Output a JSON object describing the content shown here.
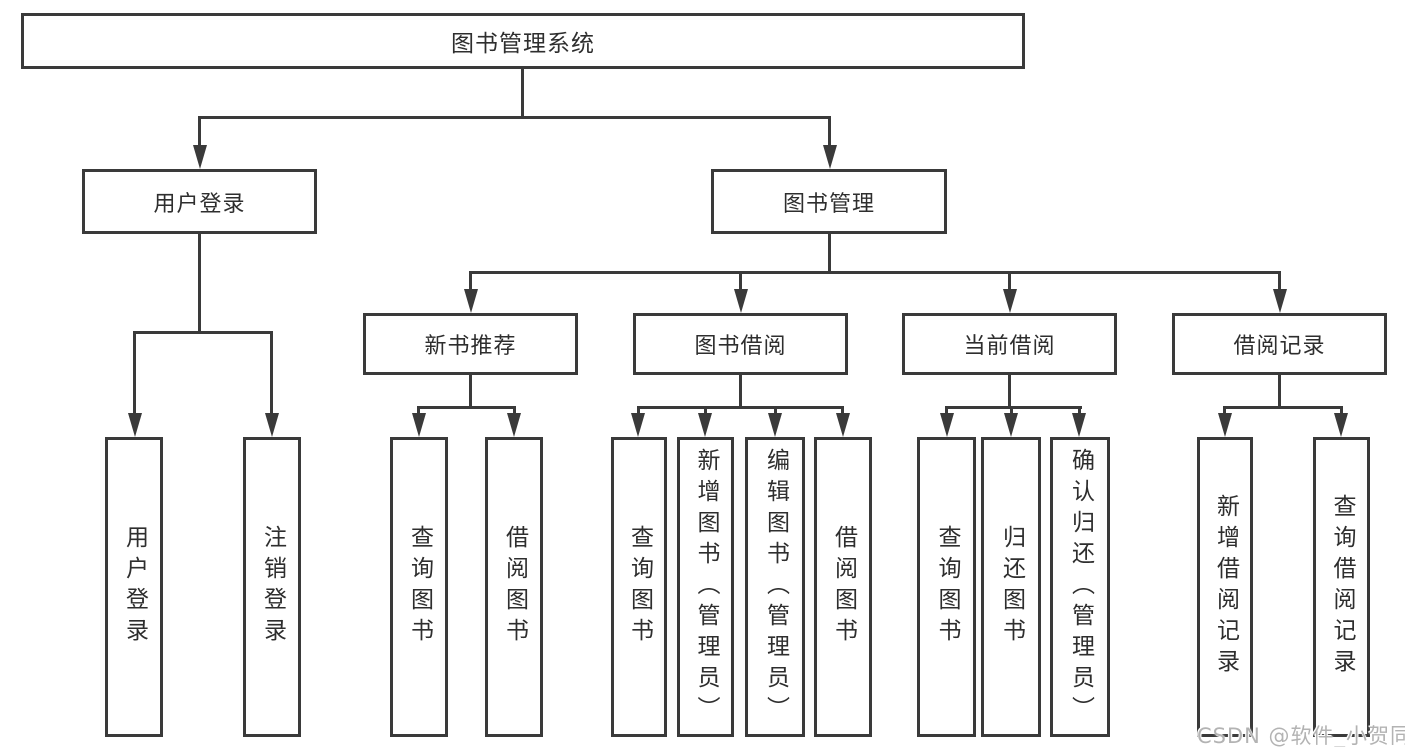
{
  "diagram": {
    "title": "图书管理系统",
    "branches": [
      {
        "label": "用户登录",
        "children": [
          "用户登录",
          "注销登录"
        ]
      },
      {
        "label": "图书管理",
        "sections": [
          {
            "label": "新书推荐",
            "children": [
              "查询图书",
              "借阅图书"
            ]
          },
          {
            "label": "图书借阅",
            "children": [
              "查询图书",
              "新增图书（管理员）",
              "编辑图书（管理员）",
              "借阅图书"
            ]
          },
          {
            "label": "当前借阅",
            "children": [
              "查询图书",
              "归还图书",
              "确认归还（管理员）"
            ]
          },
          {
            "label": "借阅记录",
            "children": [
              "新增借阅记录",
              "查询借阅记录"
            ]
          }
        ]
      }
    ]
  },
  "colors": {
    "line": "#3a3a3a",
    "text": "#2e2e2e",
    "background": "#ffffff",
    "watermark": "#b3b3b3"
  },
  "watermark": {
    "text": "CSDN @软件_小贺同学"
  }
}
